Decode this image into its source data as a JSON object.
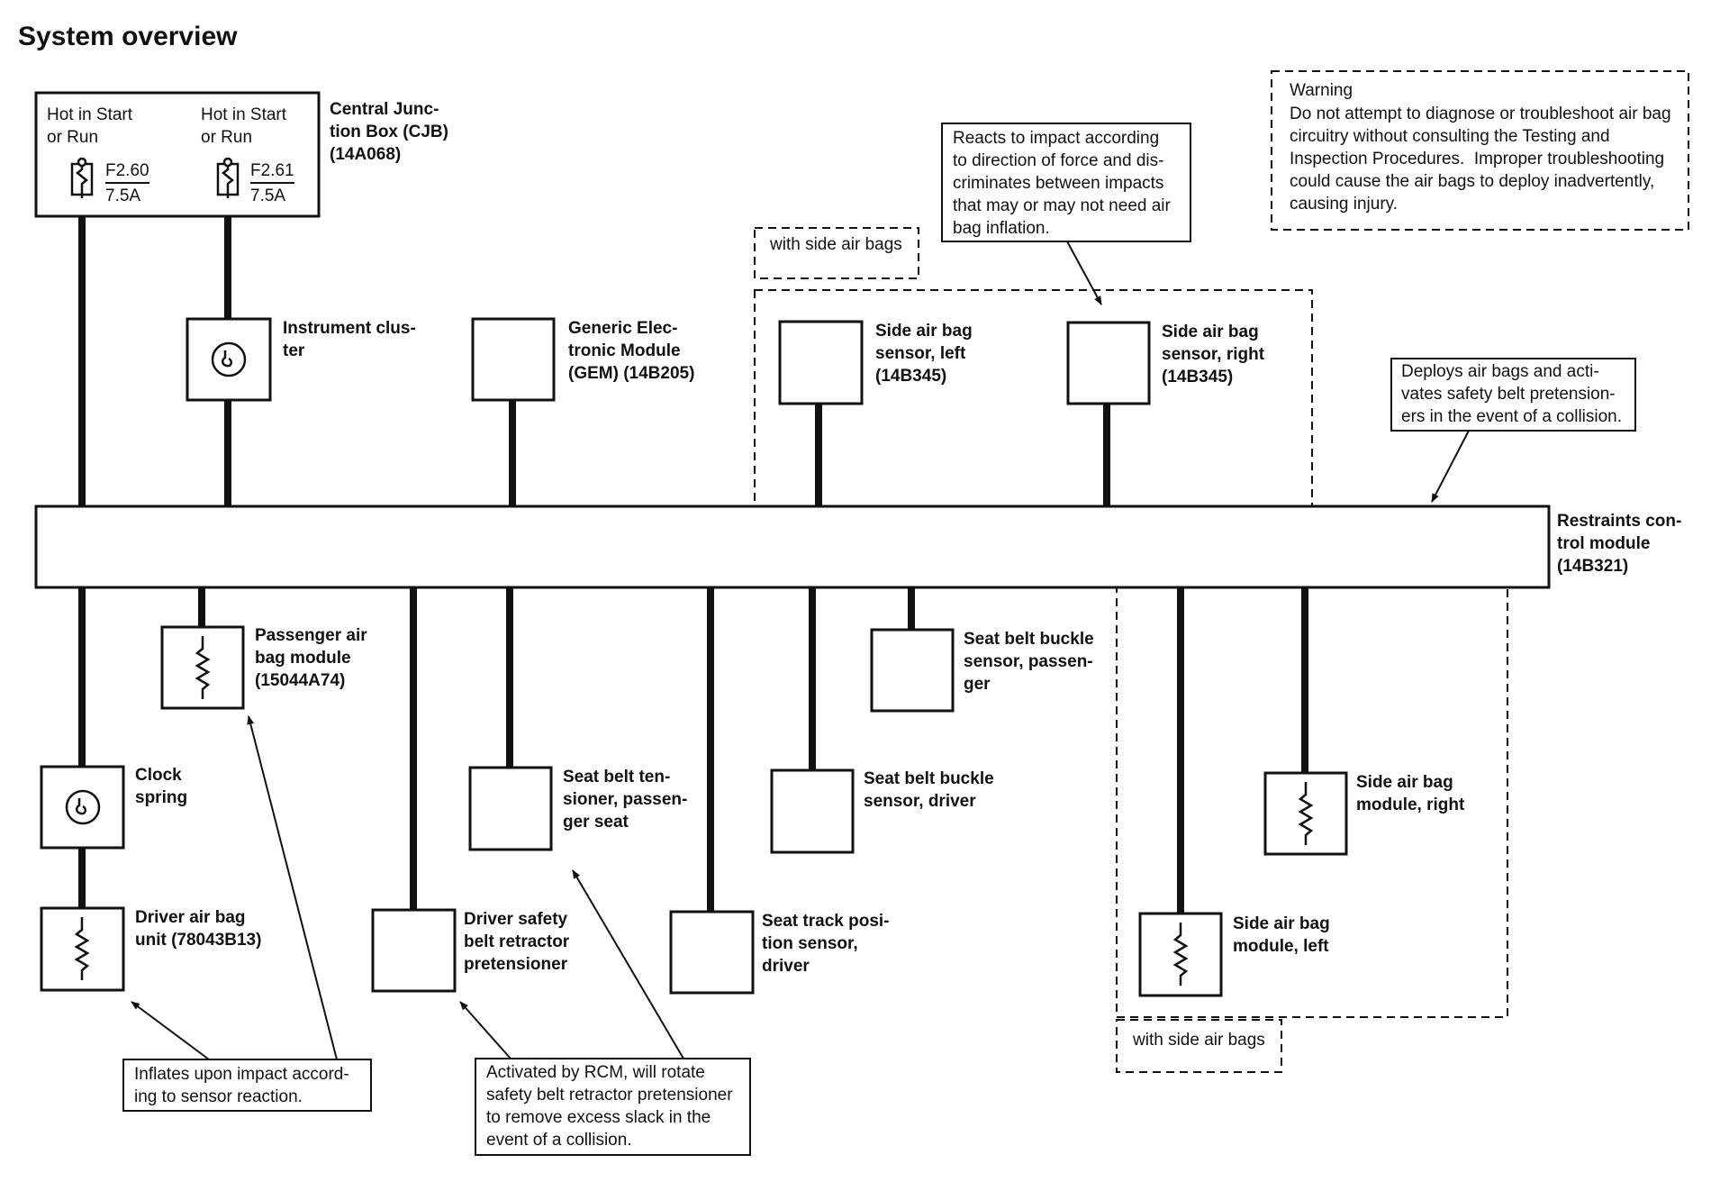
{
  "title": "System overview",
  "warning": {
    "heading": "Warning",
    "body": "Do not attempt to diagnose or troubleshoot air bag\ncircuitry without consulting the Testing and\nInspection Procedures.  Improper troubleshooting\ncould cause the air bags to deploy inadvertently,\ncausing injury."
  },
  "cjb": {
    "label": "Central Junc-\ntion Box (CJB)\n(14A068)",
    "feed1": "Hot in Start\nor Run",
    "feed2": "Hot in Start\nor Run",
    "fuse1_id": "F2.60",
    "fuse1_rating": "7.5A",
    "fuse2_id": "F2.61",
    "fuse2_rating": "7.5A"
  },
  "components": {
    "instrument_cluster": "Instrument clus-\nter",
    "gem": "Generic Elec-\ntronic Module\n(GEM) (14B205)",
    "side_sensor_left": "Side air bag\nsensor, left\n(14B345)",
    "side_sensor_right": "Side air bag\nsensor, right\n(14B345)",
    "rcm": "Restraints con-\ntrol module\n(14B321)",
    "passenger_airbag": "Passenger air\nbag module\n(15044A74)",
    "clockspring": "Clock\nspring",
    "driver_airbag": "Driver air bag\nunit (78043B13)",
    "belt_tensioner_passenger": "Seat belt ten-\nsioner, passen-\nger seat",
    "driver_pretensioner": "Driver safety\nbelt retractor\npretensioner",
    "seat_track_sensor": "Seat track posi-\ntion sensor,\ndriver",
    "buckle_sensor_driver": "Seat belt buckle\nsensor, driver",
    "buckle_sensor_passenger": "Seat belt buckle\nsensor, passen-\nger",
    "side_module_right": "Side air bag\nmodule, right",
    "side_module_left": "Side air bag\nmodule, left"
  },
  "groups": {
    "side_top": "with side air bags",
    "side_bottom": "with side air bags"
  },
  "callouts": {
    "sensor_note": "Reacts to impact according\nto direction of force and dis-\ncriminates between impacts\nthat may or may not need air\nbag inflation.",
    "rcm_note": "Deploys air bags and acti-\nvates safety belt pretension-\ners in the event of a collision.",
    "inflate_note": "Inflates upon impact accord-\ning to sensor reaction.",
    "pretensioner_note": "Activated by RCM, will rotate\nsafety belt retractor pretensioner\nto remove excess slack in the\nevent of a collision."
  }
}
